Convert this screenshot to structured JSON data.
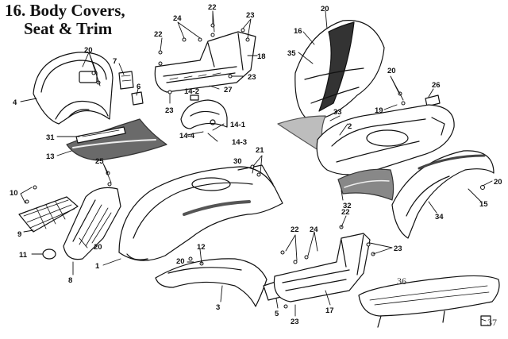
{
  "title": {
    "line1": "16. Body Covers,",
    "line2": "Seat & Trim"
  },
  "colors": {
    "ink": "#111111",
    "shade": "#555555",
    "light": "#cfcfcf",
    "paper": "#ffffff"
  },
  "callouts": {
    "c1": "1",
    "c2": "2",
    "c3": "3",
    "c4": "4",
    "c5": "5",
    "c6": "6",
    "c7": "7",
    "c8": "8",
    "c9": "9",
    "c10": "10",
    "c11": "11",
    "c12": "12",
    "c13": "13",
    "c14_1": "14-1",
    "c14_2": "14-2",
    "c14_3": "14-3",
    "c14_4": "14-4",
    "c15": "15",
    "c16": "16",
    "c17": "17",
    "c18": "18",
    "c19": "19",
    "c20": "20",
    "c21": "21",
    "c22": "22",
    "c23": "23",
    "c24": "24",
    "c25": "25",
    "c26": "26",
    "c27": "27",
    "c30": "30",
    "c31": "31",
    "c32": "32",
    "c33": "33",
    "c34": "34",
    "c35": "35",
    "c36": "36",
    "c37": "37"
  }
}
